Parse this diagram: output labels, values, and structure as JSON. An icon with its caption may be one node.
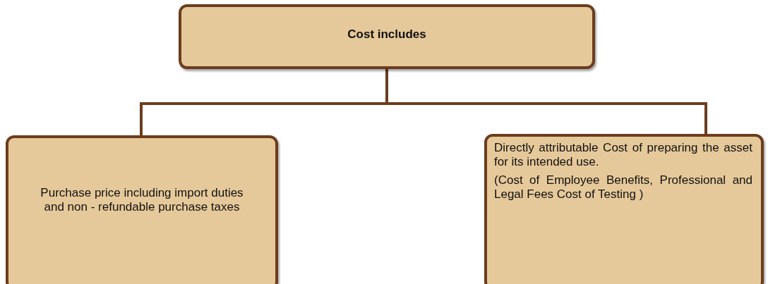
{
  "diagram": {
    "nodes": [
      {
        "text": [
          "Cost includes"
        ]
      },
      {
        "text": [
          "Purchase price including import duties and non - refundable purchase taxes"
        ]
      },
      {
        "text": [
          "Directly attributable Cost of preparing the asset for its intended use.",
          "(Cost of Employee Benefits, Professional and Legal Fees Cost of Testing )"
        ]
      }
    ],
    "edges": [
      {
        "from": 0,
        "to": 1,
        "arrow": "none"
      },
      {
        "from": 0,
        "to": 2,
        "arrow": "none"
      }
    ]
  }
}
